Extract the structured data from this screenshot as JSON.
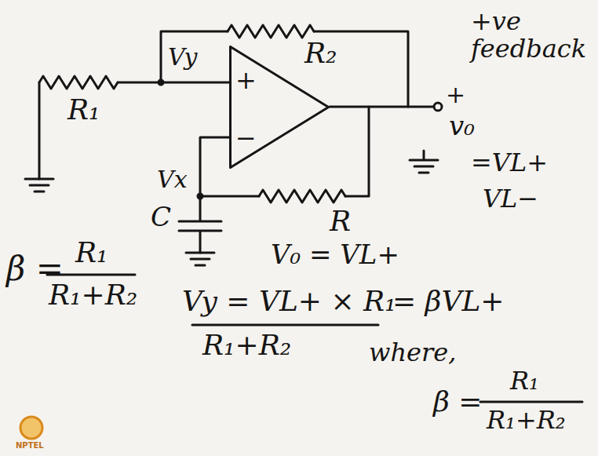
{
  "diagram": {
    "nodes": [
      {
        "text": [
          "+",
          "−"
        ]
      }
    ],
    "labels": [
      "R₂",
      "Vy",
      "+ve feedback",
      "R₁",
      "+",
      "v₀",
      "=VL+",
      "VL−",
      "Vx",
      "R",
      "C",
      "β =",
      "R₁",
      "R₁+R₂",
      "V₀ = VL+",
      "Vy = VL+ × R₁",
      "R₁+R₂",
      "= βVL+",
      "where,",
      "β =",
      "R₁",
      "R₁+R₂",
      "NPTEL"
    ]
  }
}
